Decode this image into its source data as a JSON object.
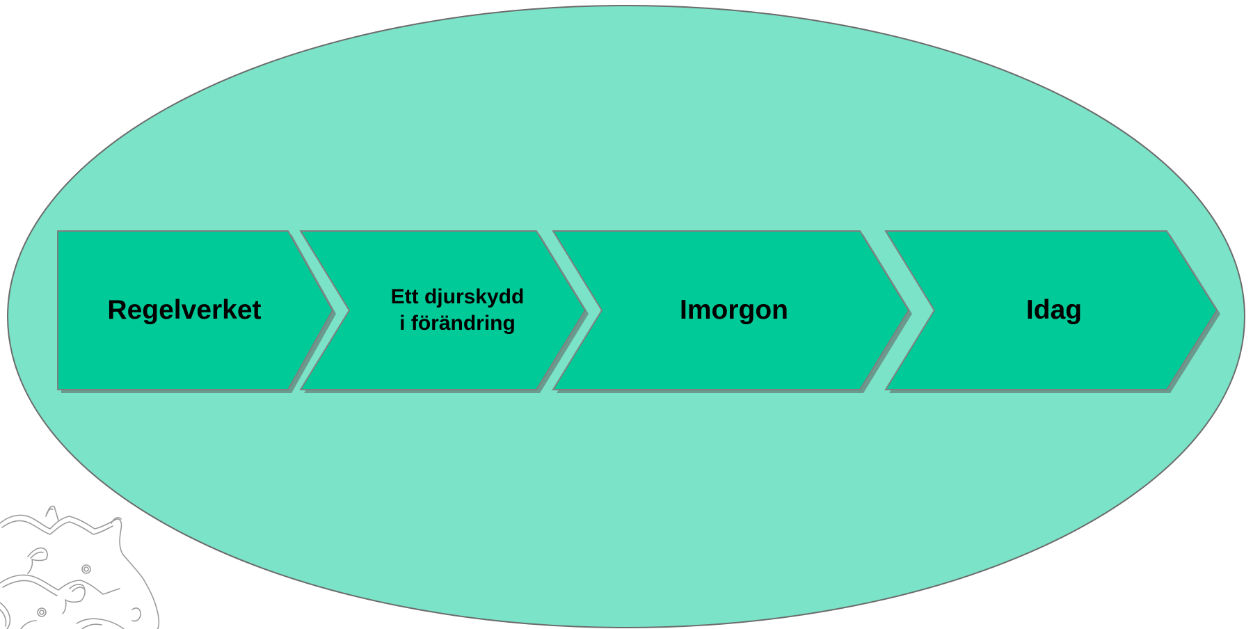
{
  "diagram": {
    "colors": {
      "ellipse_fill": "#7be3c8",
      "ellipse_stroke": "#6b6b6b",
      "chevron_fill": "#00cb98",
      "chevron_stroke": "#7f7f7f",
      "chevron_shadow": "#6a9a8d",
      "watermark_stroke": "#9b9b9b"
    },
    "steps": [
      {
        "label": "Regelverket"
      },
      {
        "label": "Ett djurskydd i förändring"
      },
      {
        "label": "Imorgon"
      },
      {
        "label": "Idag"
      }
    ],
    "watermark": "animal-logo-outline"
  }
}
